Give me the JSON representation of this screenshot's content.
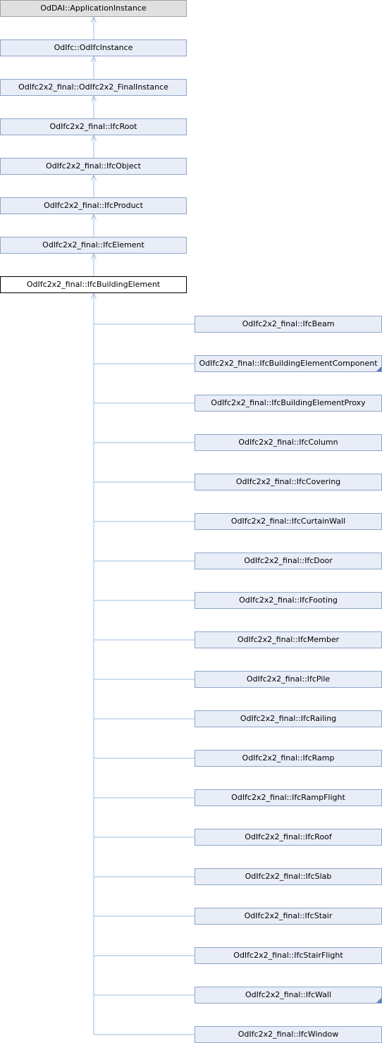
{
  "colors": {
    "edge": "#9dbdde",
    "node_fill": "#e8edf7",
    "node_border": "#8fa5c9",
    "root_fill": "#e0e0e0",
    "current_border": "#000000",
    "marker": "#5b7cc4"
  },
  "inheritance_chain": [
    {
      "label": "OdDAI::ApplicationInstance",
      "role": "root"
    },
    {
      "label": "OdIfc::OdIfcInstance"
    },
    {
      "label": "OdIfc2x2_final::OdIfc2x2_FinalInstance"
    },
    {
      "label": "OdIfc2x2_final::IfcRoot"
    },
    {
      "label": "OdIfc2x2_final::IfcObject"
    },
    {
      "label": "OdIfc2x2_final::IfcProduct"
    },
    {
      "label": "OdIfc2x2_final::IfcElement"
    },
    {
      "label": "OdIfc2x2_final::IfcBuildingElement",
      "role": "current"
    }
  ],
  "derived_classes": [
    {
      "label": "OdIfc2x2_final::IfcBeam"
    },
    {
      "label": "OdIfc2x2_final::IfcBuildingElementComponent",
      "has_more": true
    },
    {
      "label": "OdIfc2x2_final::IfcBuildingElementProxy"
    },
    {
      "label": "OdIfc2x2_final::IfcColumn"
    },
    {
      "label": "OdIfc2x2_final::IfcCovering"
    },
    {
      "label": "OdIfc2x2_final::IfcCurtainWall"
    },
    {
      "label": "OdIfc2x2_final::IfcDoor"
    },
    {
      "label": "OdIfc2x2_final::IfcFooting"
    },
    {
      "label": "OdIfc2x2_final::IfcMember"
    },
    {
      "label": "OdIfc2x2_final::IfcPile"
    },
    {
      "label": "OdIfc2x2_final::IfcRailing"
    },
    {
      "label": "OdIfc2x2_final::IfcRamp"
    },
    {
      "label": "OdIfc2x2_final::IfcRampFlight"
    },
    {
      "label": "OdIfc2x2_final::IfcRoof"
    },
    {
      "label": "OdIfc2x2_final::IfcSlab"
    },
    {
      "label": "OdIfc2x2_final::IfcStair"
    },
    {
      "label": "OdIfc2x2_final::IfcStairFlight"
    },
    {
      "label": "OdIfc2x2_final::IfcWall",
      "has_more": true
    },
    {
      "label": "OdIfc2x2_final::IfcWindow"
    }
  ]
}
